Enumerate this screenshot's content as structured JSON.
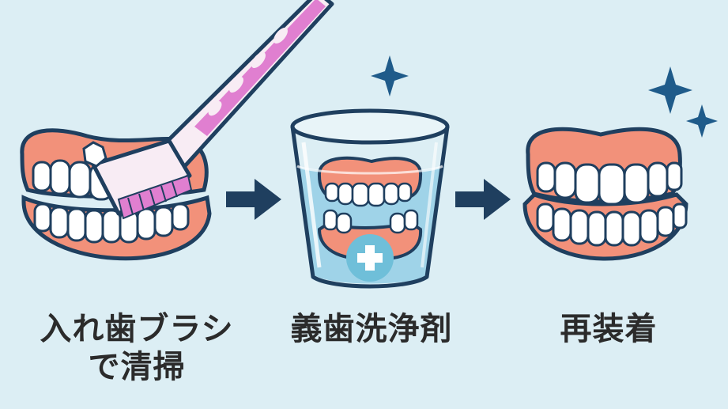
{
  "steps": [
    {
      "label": "入れ歯ブラシ\nで清掃",
      "icon": "denture-brushing-icon"
    },
    {
      "label": "義歯洗浄剤",
      "icon": "denture-in-cleaning-cup-icon"
    },
    {
      "label": "再装着",
      "icon": "clean-denture-icon"
    }
  ],
  "colors": {
    "background": "#dceef4",
    "gum": "#f2917a",
    "outline": "#1f3f5f",
    "brush": "#e07fd0",
    "water": "#9fd3e8",
    "sparkle": "#1f5b8a",
    "arrow": "#1f3f5f"
  }
}
